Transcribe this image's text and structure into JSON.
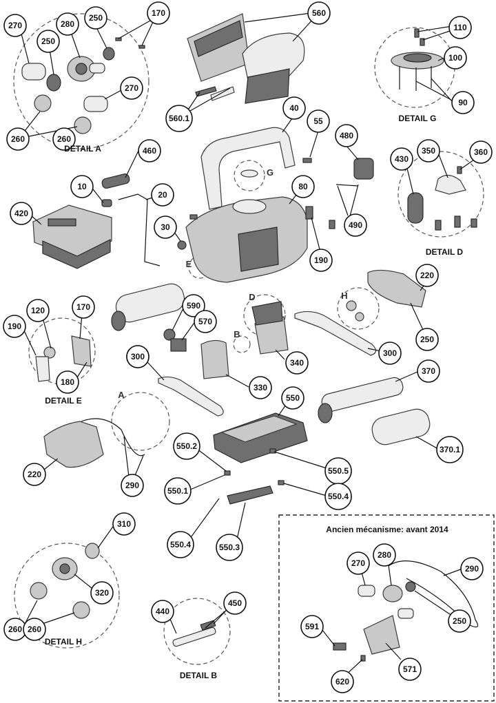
{
  "callouts": [
    "270",
    "250",
    "280",
    "250",
    "170",
    "270",
    "260",
    "260",
    "560",
    "560.1",
    "110",
    "100",
    "90",
    "40",
    "55",
    "480",
    "10",
    "20",
    "460",
    "80",
    "430",
    "350",
    "360",
    "420",
    "30",
    "490",
    "190",
    "220",
    "250",
    "120",
    "170",
    "590",
    "570",
    "300",
    "190",
    "180",
    "340",
    "300",
    "300",
    "330",
    "370",
    "550",
    "370.1",
    "220",
    "290",
    "550.2",
    "550.5",
    "550.1",
    "550.4",
    "550.4",
    "550.3",
    "310",
    "320",
    "260",
    "260",
    "440",
    "450",
    "270",
    "280",
    "290",
    "250",
    "591",
    "571",
    "620"
  ],
  "details": {
    "a": "DETAIL A",
    "g": "DETAIL G",
    "d": "DETAIL D",
    "e": "DETAIL E",
    "h": "DETAIL H",
    "b": "DETAIL B"
  },
  "old_mechanism_title": "Ancien mécanisme: avant 2014",
  "letters": [
    "G",
    "E",
    "D",
    "B",
    "H",
    "A"
  ]
}
